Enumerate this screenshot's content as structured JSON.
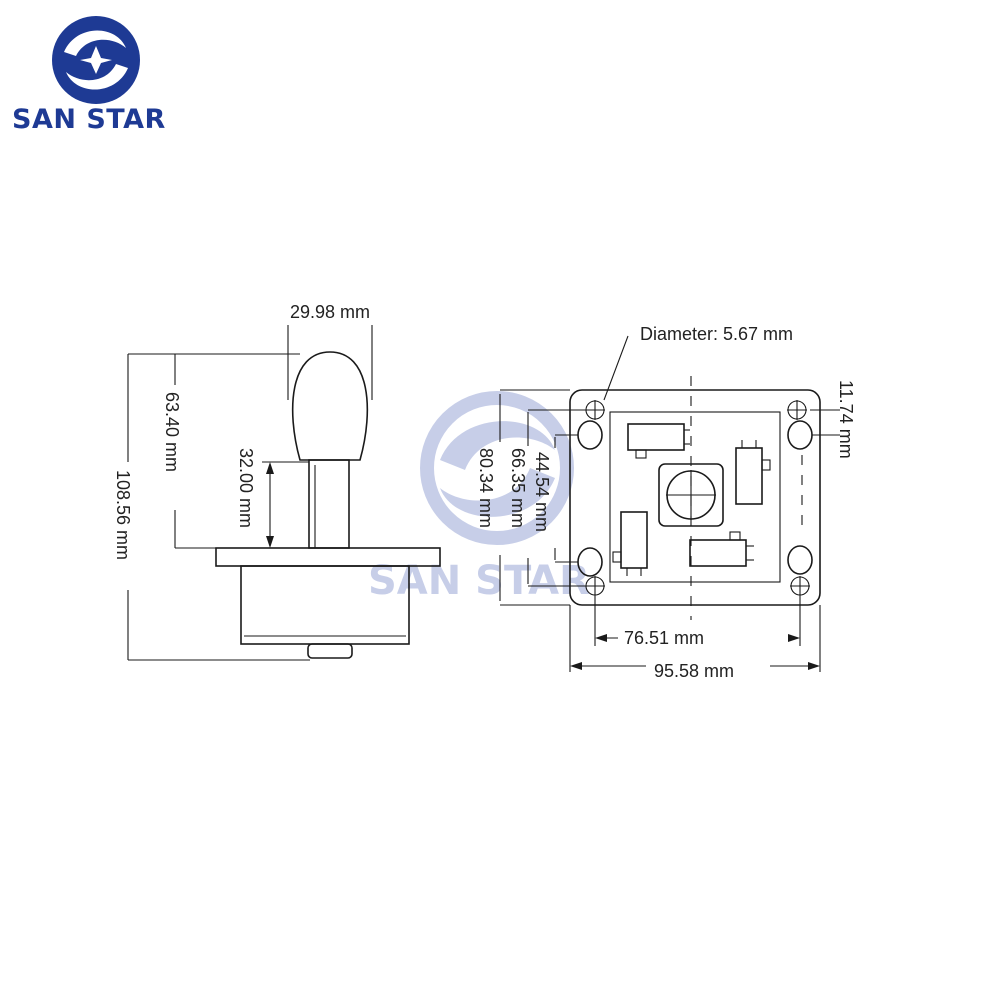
{
  "brand": {
    "name": "SAN STAR",
    "color": "#1e3a94",
    "watermark_text": "SAN STAR",
    "watermark_color": "#9aa7d6"
  },
  "side_view": {
    "knob_width": "29.98 mm",
    "stick_height": "63.40 mm",
    "shaft_height": "32.00 mm",
    "total_height": "108.56 mm"
  },
  "top_view": {
    "hole_diameter": "Diameter: 5.67 mm",
    "hole_offset": "11.74 mm",
    "inner_height": "44.54 mm",
    "mid_height": "66.35 mm",
    "outer_height": "80.34 mm",
    "hole_spacing": "76.51 mm",
    "plate_width": "95.58 mm"
  }
}
